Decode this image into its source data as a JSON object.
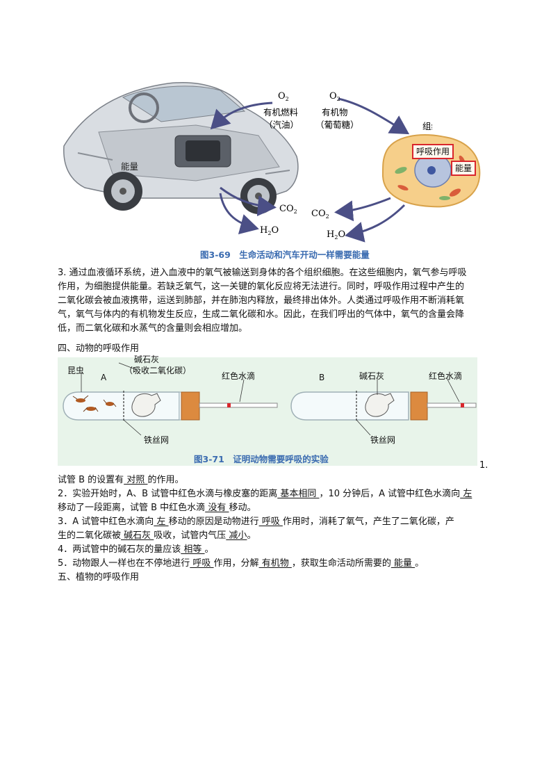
{
  "figure69": {
    "o2_left": "O",
    "o2_right": "O",
    "sub2": "2",
    "fuel_line1": "有机燃料",
    "fuel_line2": "（汽油）",
    "organic_line1": "有机物",
    "organic_line2": "（葡萄糖）",
    "tissue_cell": "组织细胞",
    "respiration": "呼吸作用",
    "energy_cell": "能量",
    "energy_car": "能量",
    "co2": "CO",
    "h2o_h": "H",
    "h2o_o": "O",
    "caption": "图3-69　生命活动和汽车开动一样需要能量"
  },
  "para3": {
    "line1": "3. 通过血液循环系统，进入血液中的氧气被输送到身体的各个组织细胞。在这些细胞内，氧气参与呼吸",
    "line2": "作用，为细胞提供能量。若缺乏氧气，这一关键的氧化反应将无法进行。同时，呼吸作用过程中产生的",
    "line3": "二氧化碳会被血液携带，运送到肺部，并在肺泡内释放，最终排出体外。人类通过呼吸作用不断消耗氧",
    "line4": "气，氧气与体内的有机物发生反应，生成二氧化碳和水。因此，在我们呼出的气体中，氧气的含量会降",
    "line5": "低，而二氧化碳和水蒸气的含量则会相应增加。"
  },
  "section4": {
    "heading": "四、动物的呼吸作用"
  },
  "figure71": {
    "soda_lime_top": "碱石灰",
    "absorb_co2": "（吸收二氧化碳）",
    "insect": "昆虫",
    "label_a": "A",
    "label_b": "B",
    "red_drop_a": "红色水滴",
    "red_drop_b": "红色水滴",
    "soda_lime_b": "碱石灰",
    "wire_mesh_a": "铁丝网",
    "wire_mesh_b": "铁丝网",
    "caption": "图3-71　证明动物需要呼吸的实验",
    "trail_num": "1."
  },
  "qa": {
    "q1_a": "试管 B 的设置有",
    "q1_ans": " 对照 ",
    "q1_b": "的作用。",
    "q2_a": "2．实验开始时，A、B 试管中红色水滴与橡皮塞的距离",
    "q2_ans1": " 基本相同 ",
    "q2_b": "，10 分钟后，A 试管中红色水滴向",
    "q2_ans2": " 左 ",
    "q2_c": "移动了一段距离，试管 B 中红色水滴",
    "q2_ans3": " 没有 ",
    "q2_d": "移动。",
    "q3_a": "3．A 试管中红色水滴向",
    "q3_ans1": " 左 ",
    "q3_b": "移动的原因是动物进行",
    "q3_ans2": " 呼吸 ",
    "q3_c": "作用时，消耗了氧气，产生了二氧化碳，产",
    "q3_d": "生的二氧化碳被",
    "q3_ans3": " 碱石灰 ",
    "q3_e": "吸收，试管内气压",
    "q3_ans4": " 减小",
    "q3_f": "。",
    "q4_a": "4．两试管中的碱石灰的量应该",
    "q4_ans": " 相等 ",
    "q4_b": "。",
    "q5_a": "5．动物跟人一样也在不停地进行",
    "q5_ans1": " 呼吸 ",
    "q5_b": "作用，分解",
    "q5_ans2": " 有机物 ",
    "q5_c": "，获取生命活动所需要的",
    "q5_ans3": " 能量 ",
    "q5_d": "。"
  },
  "section5": {
    "heading": "五、植物的呼吸作用"
  },
  "colors": {
    "arrow": "#4b4f86",
    "cell_fill": "#f6cf8a",
    "box_red": "#d9262c",
    "fig71_bg": "#e8f4ea",
    "caption_blue": "#3a6bb0",
    "cork": "#dc8a3f"
  }
}
